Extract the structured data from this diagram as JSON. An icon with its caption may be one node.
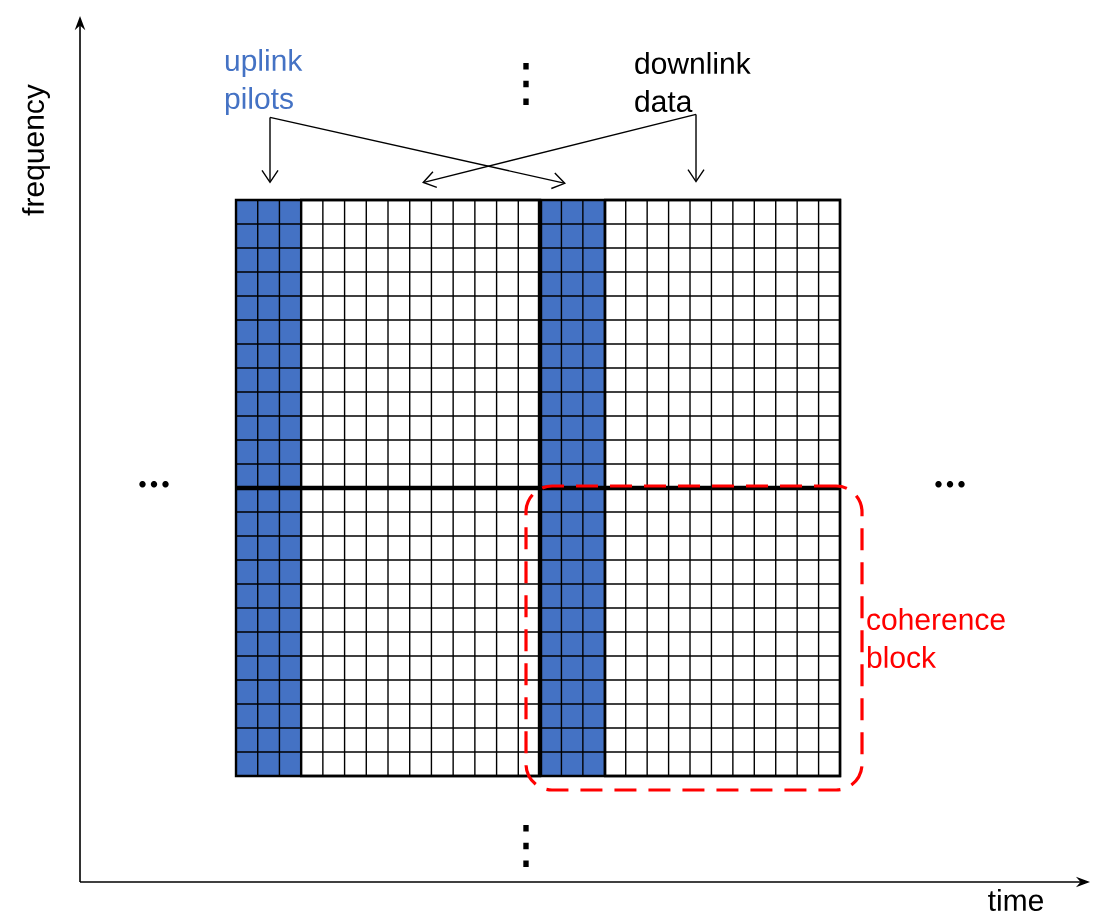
{
  "diagram": {
    "nodes": [
      {
        "text": [
          "uplink pilots"
        ]
      },
      {
        "text": [
          "downlink data"
        ]
      },
      {
        "text": [],
        "shape": "bar"
      },
      {
        "text": [],
        "shape": "box"
      },
      {
        "text": [],
        "shape": "bar"
      },
      {
        "text": [],
        "shape": "box"
      },
      {
        "text": [
          "coherence block"
        ]
      }
    ],
    "edges": [
      {
        "from": 0,
        "to": 2,
        "arrow": "to"
      },
      {
        "from": 0,
        "to": 4,
        "arrow": "to"
      },
      {
        "from": 1,
        "to": 3,
        "arrow": "to"
      },
      {
        "from": 1,
        "to": 5,
        "arrow": "to"
      }
    ],
    "labels": [
      "frequency",
      "⋮",
      "•••",
      "•••",
      "⋮",
      "time"
    ]
  }
}
